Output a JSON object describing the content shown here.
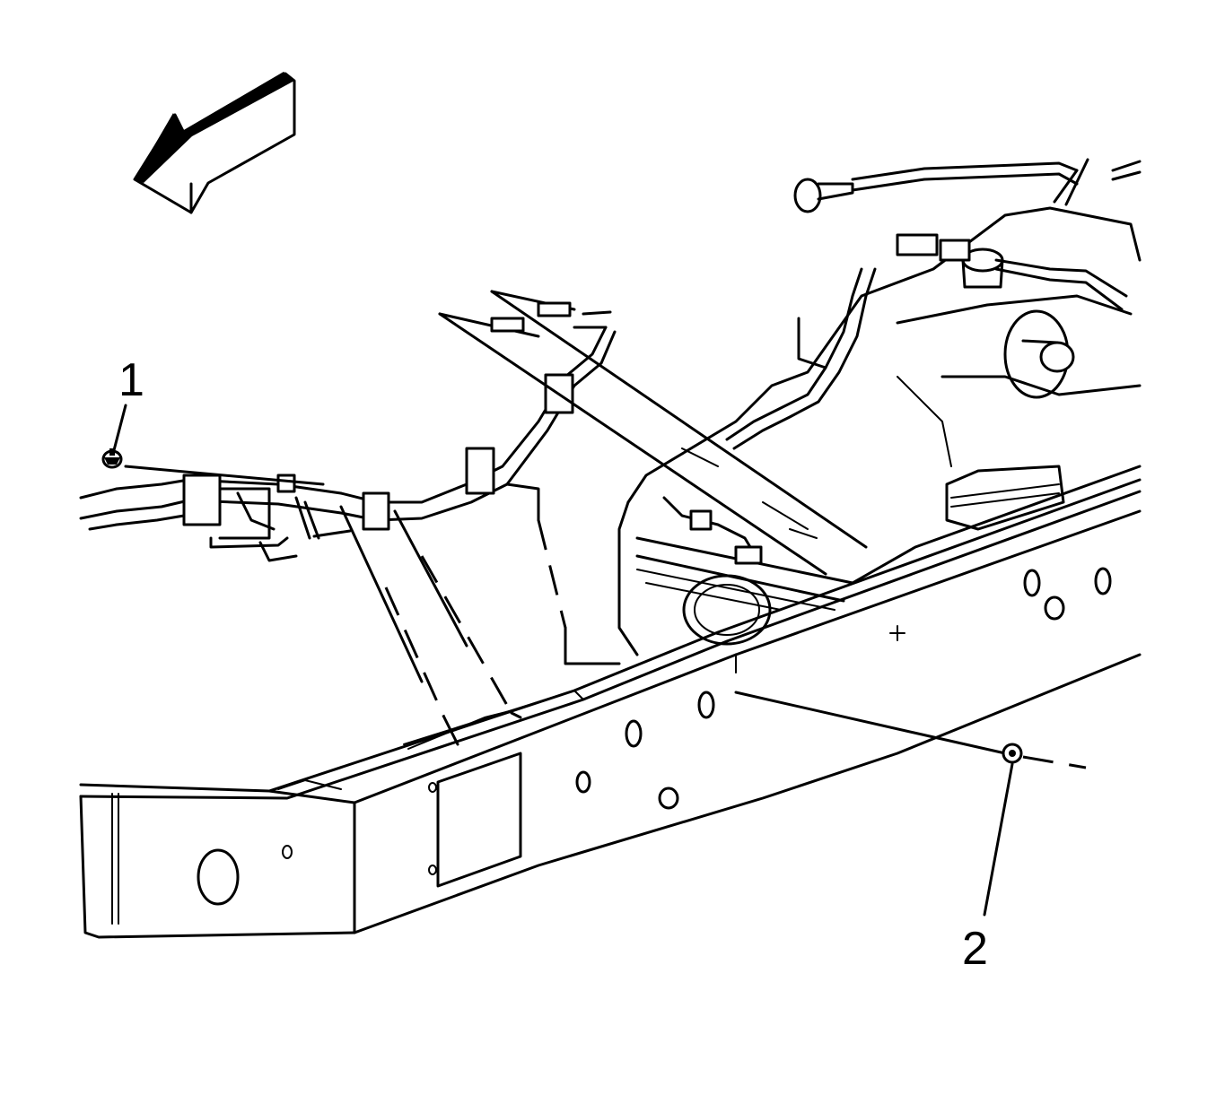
{
  "callouts": [
    {
      "label": "1",
      "part": "fastener-1"
    },
    {
      "label": "2",
      "part": "fastener-2"
    }
  ],
  "icons": {
    "direction_arrow": "forward-arrow-icon"
  },
  "colors": {
    "line": "#000000",
    "background": "#ffffff"
  }
}
